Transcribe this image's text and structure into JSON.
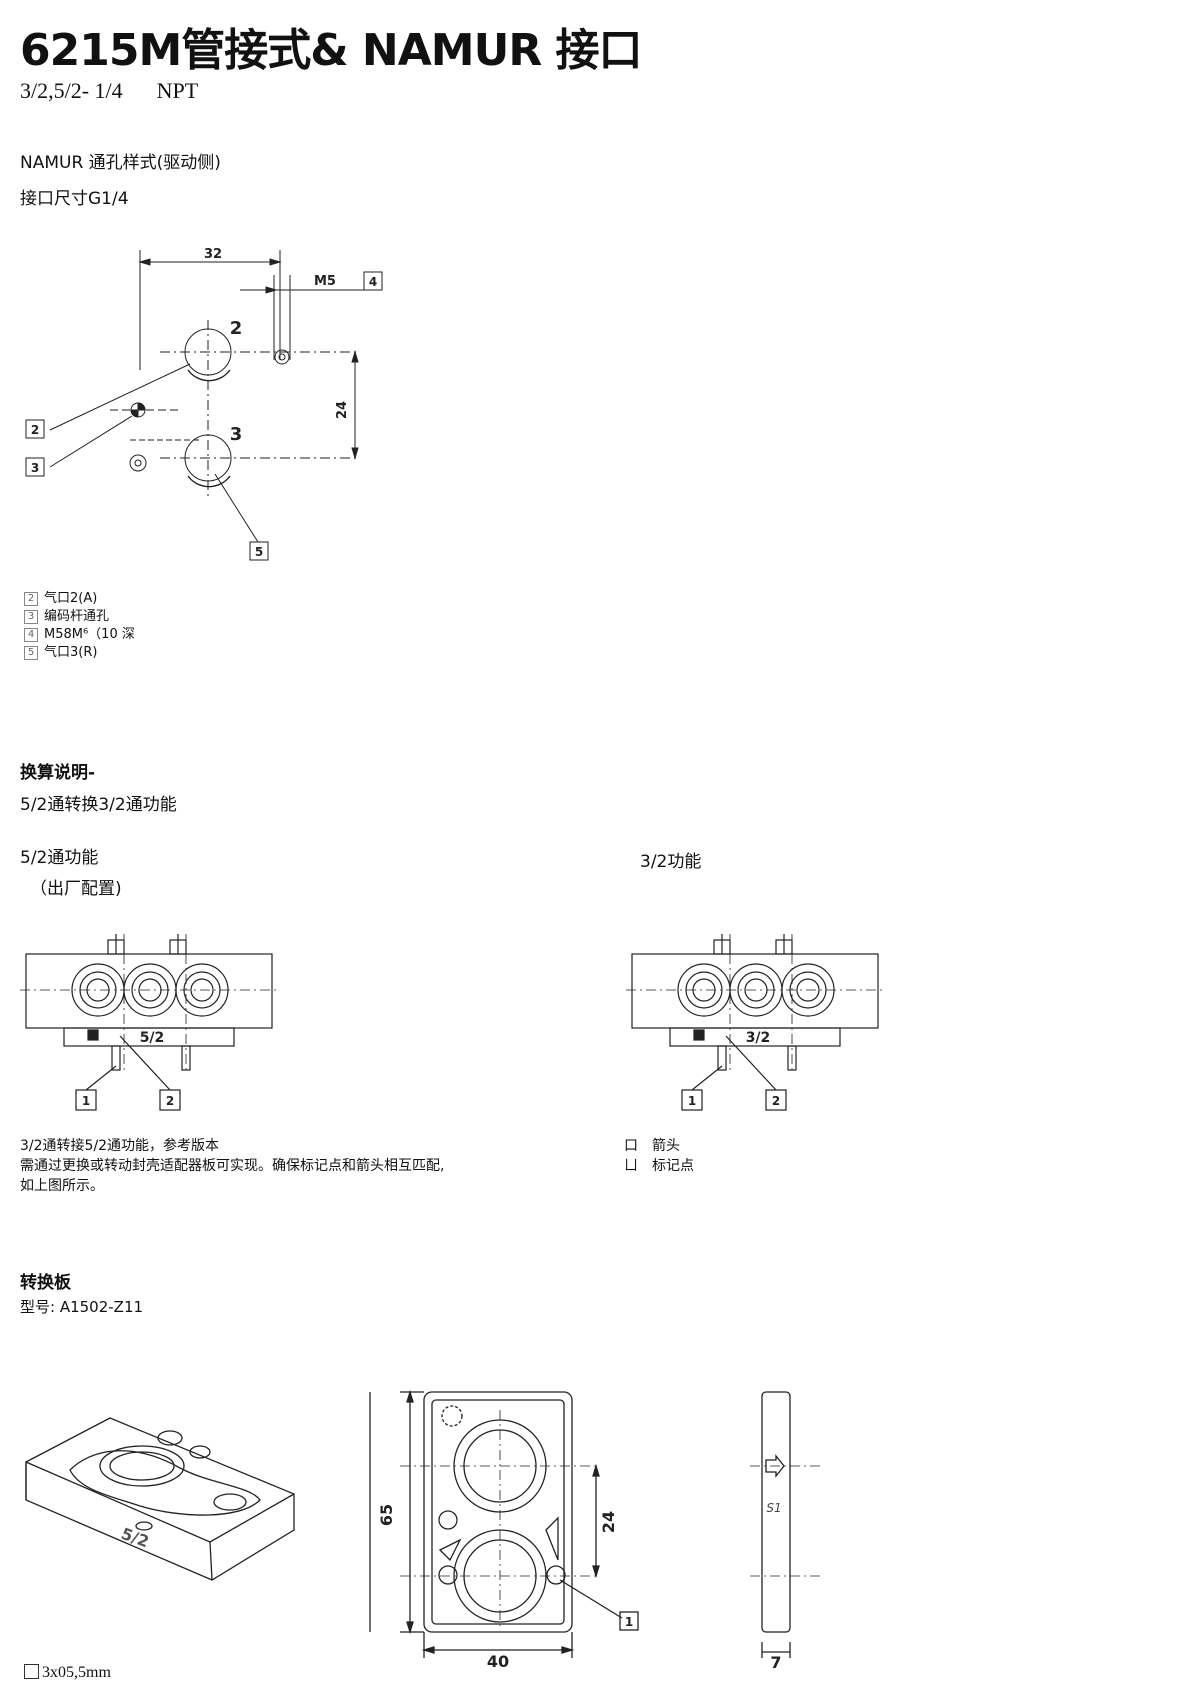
{
  "header": {
    "title": "6215M管接式& NAMUR 接口",
    "subtitle_left": "3/2,5/2- 1/4",
    "subtitle_right": "NPT"
  },
  "namur_section": {
    "heading": "NAMUR 通孔样式(驱动侧)",
    "port_size": "接口尺寸G1/4",
    "drawing": {
      "dim_32": "32",
      "dim_m5": "M5",
      "dim_24": "24",
      "port_2": "2",
      "port_3": "3",
      "callouts": [
        "2",
        "3",
        "4",
        "5"
      ]
    },
    "legend": [
      {
        "num": "2",
        "text": "气口2(A)"
      },
      {
        "num": "3",
        "text": "编码杆通孔"
      },
      {
        "num": "4",
        "text": "M58M⁶（10  深"
      },
      {
        "num": "5",
        "text": "气口3(R)"
      }
    ]
  },
  "conversion": {
    "heading": "换算说明-",
    "line1": "5/2通转换3/2通功能",
    "left_title": "5/2通功能",
    "left_subtitle": "（出厂配置)",
    "right_title": "3/2功能",
    "left_label": "5/2",
    "right_label": "3/2",
    "callout_1": "1",
    "callout_2": "2",
    "note_lines": [
      "3/2通转接5/2通功能，参考版本",
      "需通过更换或转动封壳适配器板可实现。确保标记点和箭头相互匹配,",
      "如上图所示。"
    ],
    "marker_legend": [
      {
        "symbol": "口",
        "text": "箭头"
      },
      {
        "symbol": "ㄩ",
        "text": "标记点"
      }
    ]
  },
  "adapter": {
    "heading": "转换板",
    "model": "型号: A1502-Z11",
    "dim_65": "65",
    "dim_24": "24",
    "dim_40": "40",
    "dim_7": "7",
    "plate_label": "5/2",
    "side_label": "S1",
    "callout_1": "1",
    "footnote": "3x05,5mm"
  }
}
